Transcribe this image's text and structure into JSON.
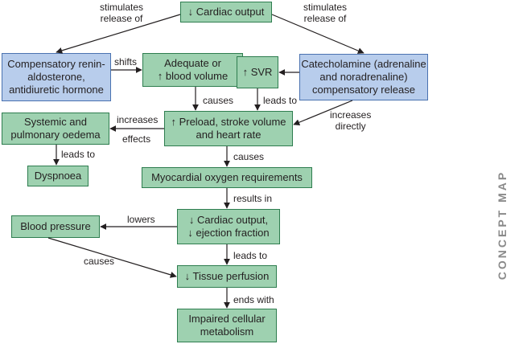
{
  "nodes": {
    "cardiac_output": "↓ Cardiac output",
    "renin": "Compensatory renin-\naldosterone,\nantidiuretic hormone",
    "blood_volume": "Adequate or\n↑ blood volume",
    "svr": "↑ SVR",
    "catecholamine": "Catecholamine (adrenaline\nand noradrenaline)\ncompensatory release",
    "oedema": "Systemic and\npulmonary oedema",
    "preload": "↑ Preload, stroke volume\nand heart rate",
    "dyspnoea": "Dyspnoea",
    "oxygen": "Myocardial oxygen requirements",
    "blood_pressure": "Blood pressure",
    "cardiac_output_2": "↓ Cardiac output,\n↓ ejection fraction",
    "tissue_perfusion": "↓ Tissue perfusion",
    "impaired": "Impaired cellular\nmetabolism"
  },
  "edge_labels": {
    "stimulates_left": "stimulates\nrelease of",
    "stimulates_right": "stimulates\nrelease of",
    "shifts": "shifts",
    "causes_1": "causes",
    "leads_to_1": "leads to",
    "increases_directly": "increases\ndirectly",
    "increases_effects_a": "increases",
    "increases_effects_b": "effects",
    "leads_to_2": "leads to",
    "causes_2": "causes",
    "results_in": "results in",
    "lowers": "lowers",
    "leads_to_3": "leads to",
    "causes_3": "causes",
    "ends_with": "ends with"
  },
  "side_label": "CONCEPT MAP",
  "colors": {
    "green_fill": "#9ed1b0",
    "green_border": "#2e7d4f",
    "blue_fill": "#b8cdec",
    "blue_border": "#4a72b0",
    "arrow": "#231f20",
    "side_label": "#8a8a8a"
  }
}
